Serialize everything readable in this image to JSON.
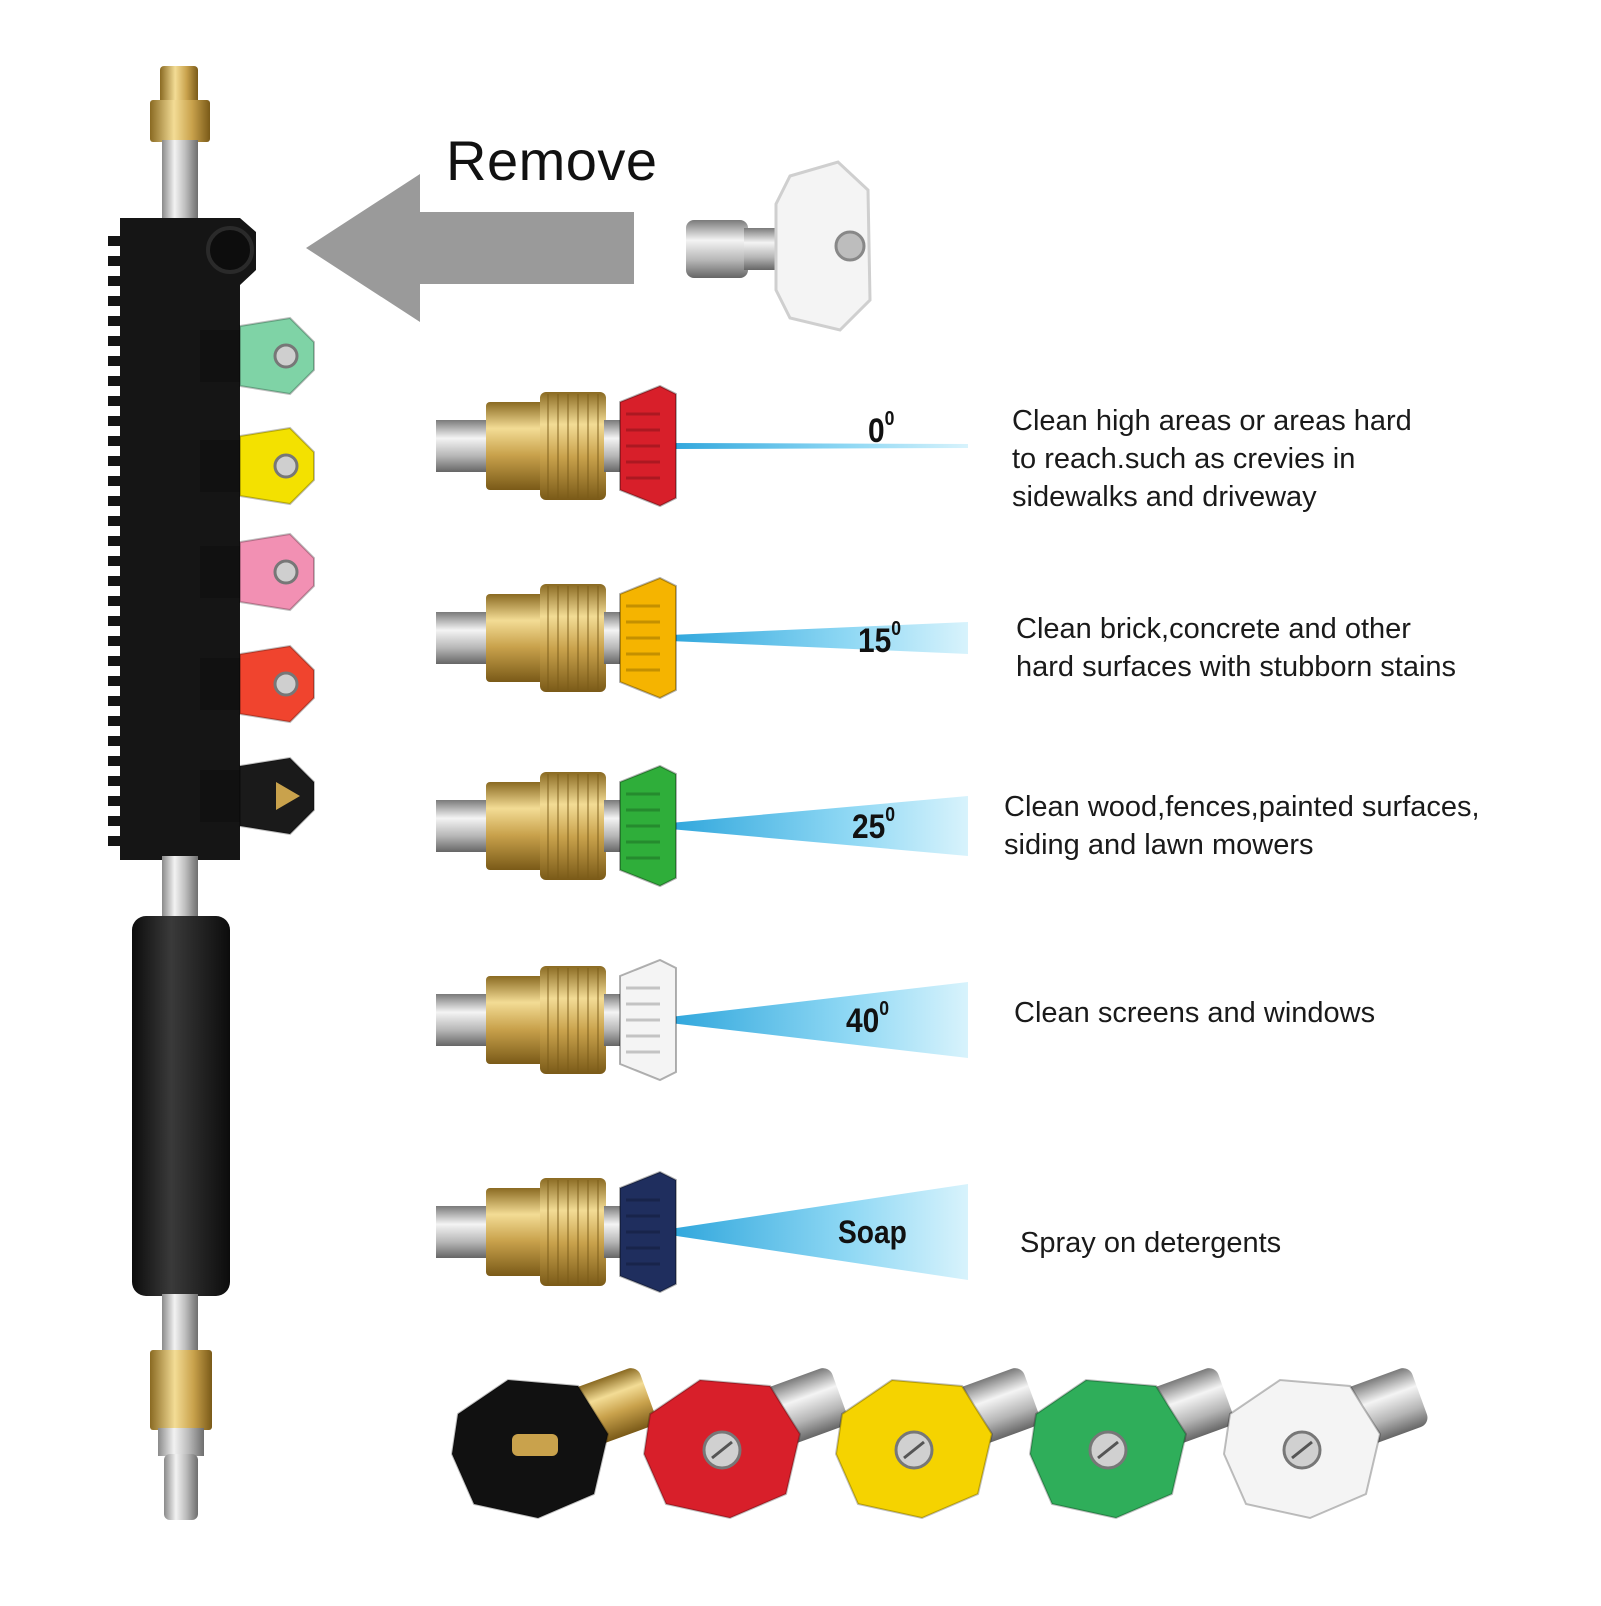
{
  "remove_label": "Remove",
  "tips": [
    {
      "angle": "0",
      "sup": "0",
      "description": "Clean high areas or areas hard\nto reach.such as crevies in\nsidewalks and driveway",
      "color": "#d81f2a"
    },
    {
      "angle": "15",
      "sup": "0",
      "description": "Clean brick,concrete and other\nhard surfaces with stubborn stains",
      "color": "#f5b400"
    },
    {
      "angle": "25",
      "sup": "0",
      "description": "Clean wood,fences,painted surfaces,\nsiding and lawn mowers",
      "color": "#2fae3a"
    },
    {
      "angle": "40",
      "sup": "0",
      "description": "Clean screens and windows",
      "color": "#f4f4f4"
    },
    {
      "angle": "Soap",
      "sup": "",
      "description": "Spray on detergents",
      "color": "#1f2e5e"
    }
  ],
  "wand_holder_tips": [
    "#7fd3a6",
    "#f3e100",
    "#f290b3",
    "#f0442e",
    "#1a1a1a"
  ],
  "bottom_tips": [
    "#111111",
    "#d81f2a",
    "#f5d300",
    "#2fae5a",
    "#f4f4f4"
  ],
  "accent": {
    "arrow": "#9a9a9a",
    "brass": "#c9a24c",
    "steel": "#c8c8c8",
    "spray": "#5fc8ee"
  }
}
